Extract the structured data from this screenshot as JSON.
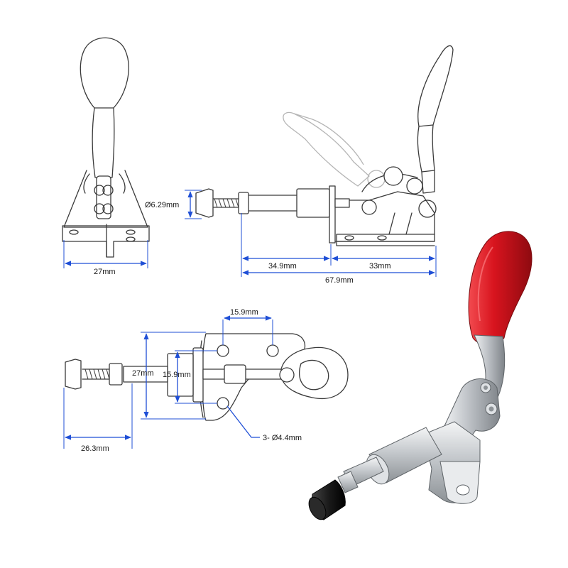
{
  "dimensions": {
    "front_width": "27mm",
    "plunger_diameter": "Ø6.29mm",
    "rod_travel": "34.9mm",
    "base_length": "33mm",
    "overall_length": "67.9mm",
    "hole_spacing_horizontal": "15.9mm",
    "base_width": "27mm",
    "hole_spacing_vertical": "15.9mm",
    "plunger_extension": "26.3mm",
    "mounting_holes": "3- Ø4.4mm"
  },
  "colors": {
    "dimension_line": "#1f4fd6",
    "outline": "#3a3a3a",
    "handle_grip": "#d8141e",
    "plunger_tip": "#1a1a1a",
    "metal": "#c9ccd0"
  }
}
